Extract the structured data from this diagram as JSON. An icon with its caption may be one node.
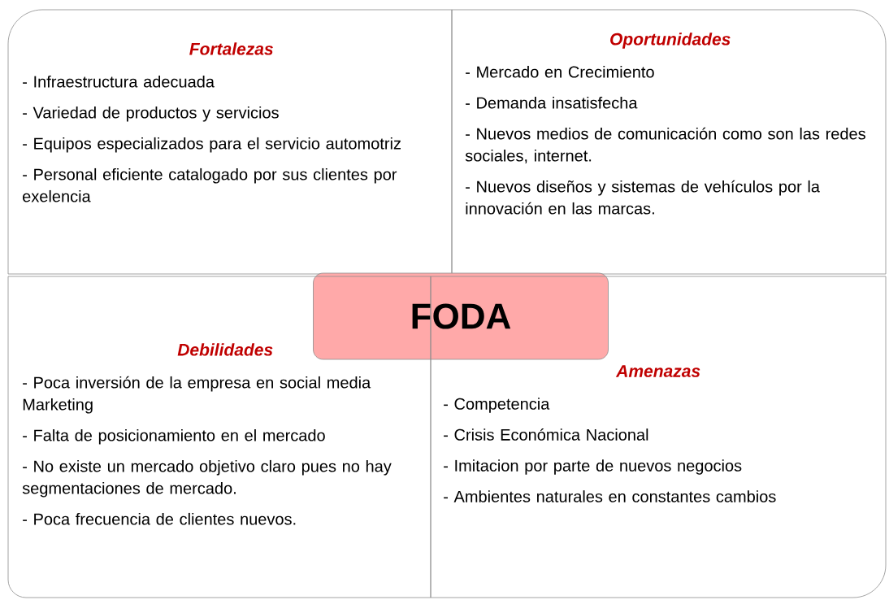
{
  "diagram": {
    "nodes": [
      {
        "text": [
          "Fortalezas",
          "- Infraestructura adecuada",
          "- Variedad de productos y servicios",
          "- Equipos especializados para el servicio automotriz",
          "- Personal eficiente catalogado por sus clientes por exelencia"
        ]
      },
      {
        "text": [
          "Oportunidades",
          "- Mercado en Crecimiento",
          "- Demanda insatisfecha",
          "- Nuevos medios de comunicación como son las redes sociales, internet.",
          "- Nuevos diseños y sistemas de vehículos por la innovación en las marcas."
        ]
      },
      {
        "text": [
          "FODA"
        ]
      },
      {
        "text": [
          "Debilidades",
          "- Poca inversión de la empresa en social media Marketing",
          "- Falta de posicionamiento en el mercado",
          "- No existe un mercado objetivo claro pues no hay segmentaciones de mercado.",
          "- Poca frecuencia de clientes nuevos."
        ]
      },
      {
        "text": [
          "Amenazas",
          "- Competencia",
          "- Crisis Económica Nacional",
          "- Imitacion por parte de nuevos negocios",
          "- Ambientes naturales en constantes cambios"
        ]
      }
    ]
  }
}
